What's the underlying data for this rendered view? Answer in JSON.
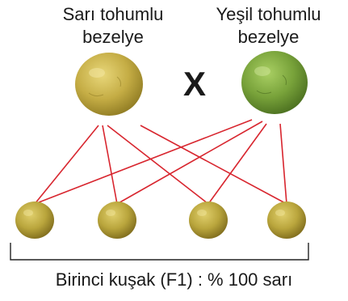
{
  "parents": {
    "yellow": {
      "label_line1": "Sarı tohumlu",
      "label_line2": "bezelye",
      "color": "#c9b24a"
    },
    "green": {
      "label_line1": "Yeşil tohumlu",
      "label_line2": "bezelye",
      "color": "#7ea63a"
    }
  },
  "cross_symbol": "X",
  "offspring": {
    "count": 4,
    "color": "#b8a53c"
  },
  "result_caption": "Birinci kuşak (F1) : % 100 sarı",
  "colors": {
    "lines": "#d8262f",
    "bracket": "#222222"
  }
}
